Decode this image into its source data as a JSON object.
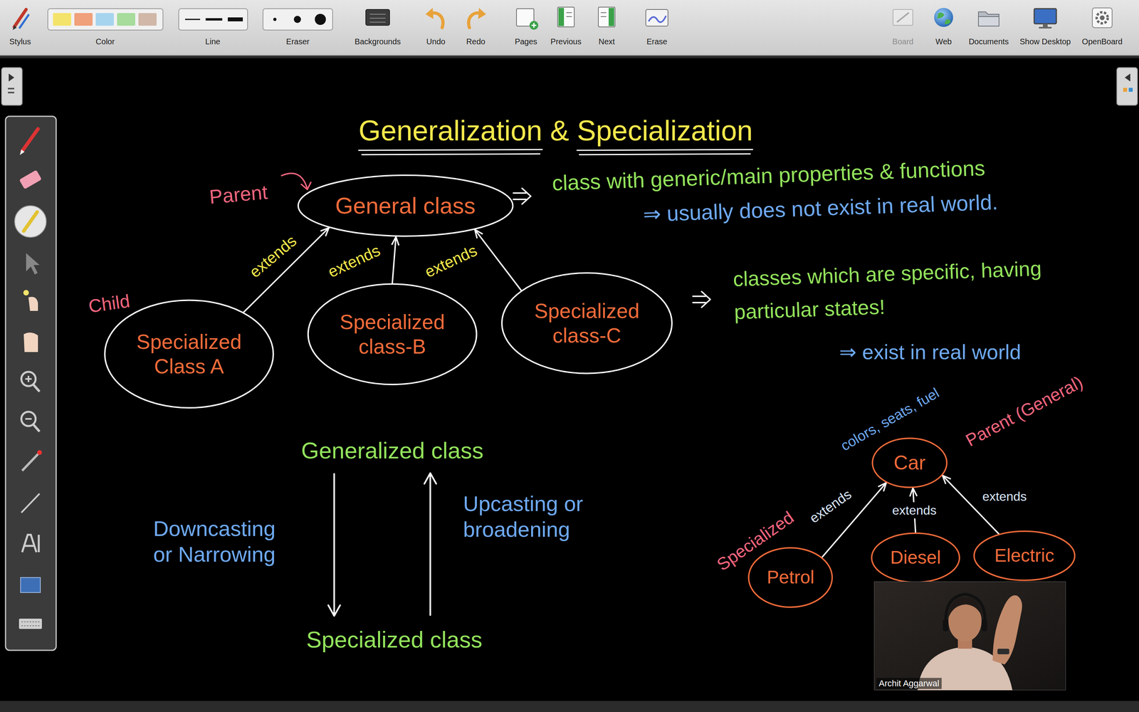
{
  "diagram": {
    "title": "Generalization & Specialization",
    "nodes": [
      {
        "text": [
          "General class"
        ]
      },
      {
        "text": [
          "Specialized Class A"
        ]
      },
      {
        "text": [
          "Specialized class-B"
        ]
      },
      {
        "text": [
          "Specialized class-C"
        ]
      },
      {
        "text": [
          "Car"
        ]
      },
      {
        "text": [
          "Petrol"
        ]
      },
      {
        "text": [
          "Diesel"
        ]
      },
      {
        "text": [
          "Electric"
        ]
      }
    ],
    "edges": [
      {
        "from": 1,
        "to": 0,
        "label": "extends",
        "arrow": "to"
      },
      {
        "from": 2,
        "to": 0,
        "label": "extends",
        "arrow": "to"
      },
      {
        "from": 3,
        "to": 0,
        "label": "extends",
        "arrow": "to"
      },
      {
        "from": 5,
        "to": 4,
        "label": "extends",
        "arrow": "to"
      },
      {
        "from": 6,
        "to": 4,
        "label": "extends",
        "arrow": "to"
      },
      {
        "from": 7,
        "to": 4,
        "label": "extends",
        "arrow": "to"
      }
    ],
    "labels": [
      "Stylus",
      "Color",
      "Line",
      "Eraser",
      "Backgrounds",
      "Undo",
      "Redo",
      "Pages",
      "Previous",
      "Next",
      "Erase",
      "Board",
      "Web",
      "Documents",
      "Show Desktop",
      "OpenBoard",
      "Parent",
      "Child",
      "class with generic/main properties & functions",
      "⇒ usually does not exist in real world.",
      "classes which are specific, having particular states!",
      "⇒ exist in real world",
      "Generalized class",
      "Downcasting or Narrowing",
      "Upcasting or broadening",
      "Specialized class",
      "colors, seats, fuel",
      "Parent (General)",
      "Specialized",
      "Archit Aggarwal"
    ]
  }
}
